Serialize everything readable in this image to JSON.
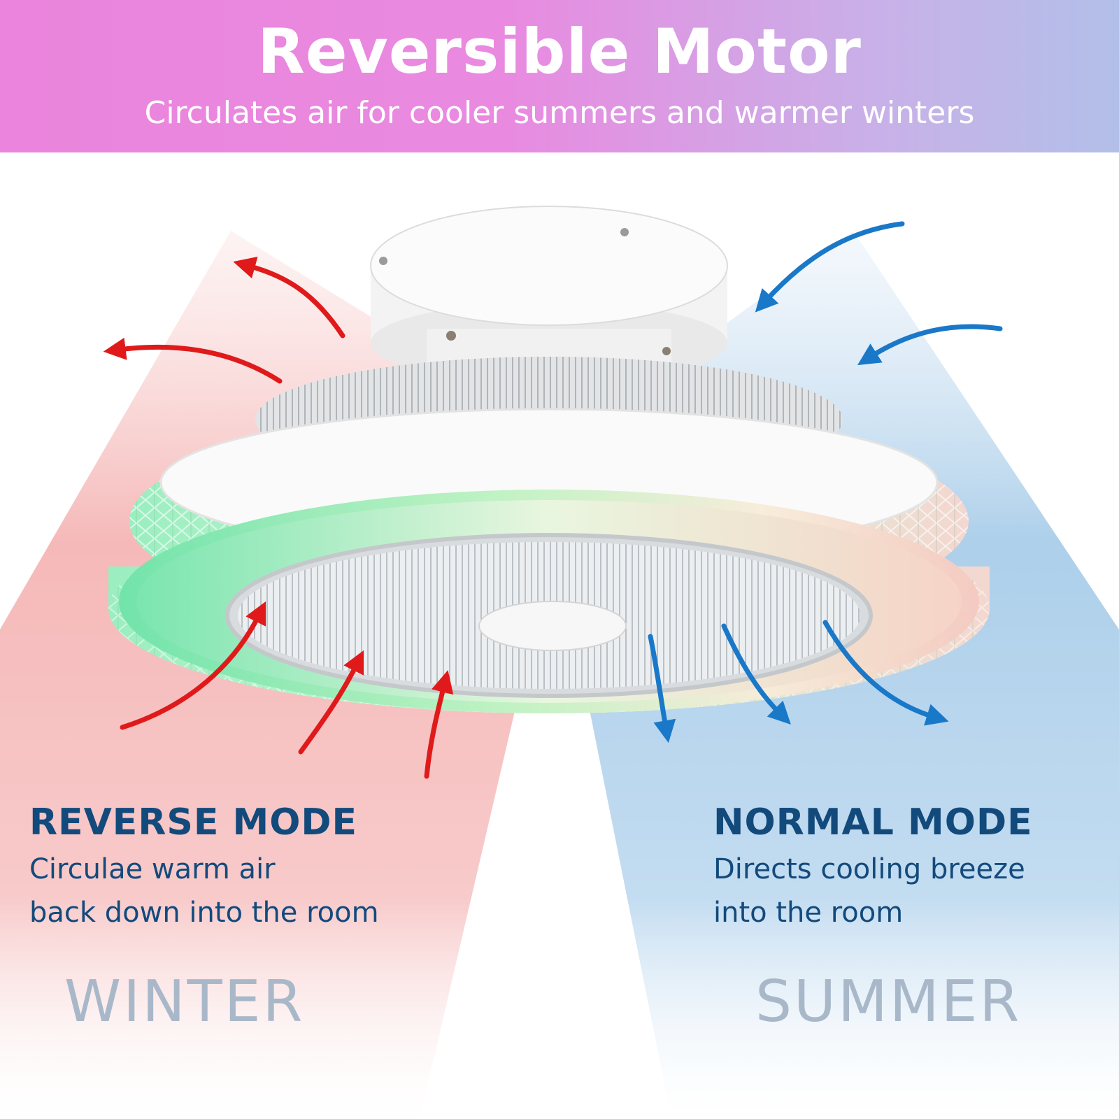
{
  "banner": {
    "title": "Reversible Motor",
    "subtitle": "Circulates air for cooler summers and warmer winters"
  },
  "reverse": {
    "title": "REVERSE MODE",
    "line1": "Circulae warm air",
    "line2": "back down into the room",
    "season": "WINTER"
  },
  "normal": {
    "title": "NORMAL MODE",
    "line1": "Directs cooling breeze",
    "line2": "into the room",
    "season": "SUMMER"
  },
  "colors": {
    "banner_left": "#ea84dc",
    "banner_right": "#b2bfe9",
    "reverse_arrow": "#e01a1a",
    "normal_arrow": "#1a78c8",
    "mode_text": "#134a7c",
    "season_text": "#a9b8c9"
  }
}
